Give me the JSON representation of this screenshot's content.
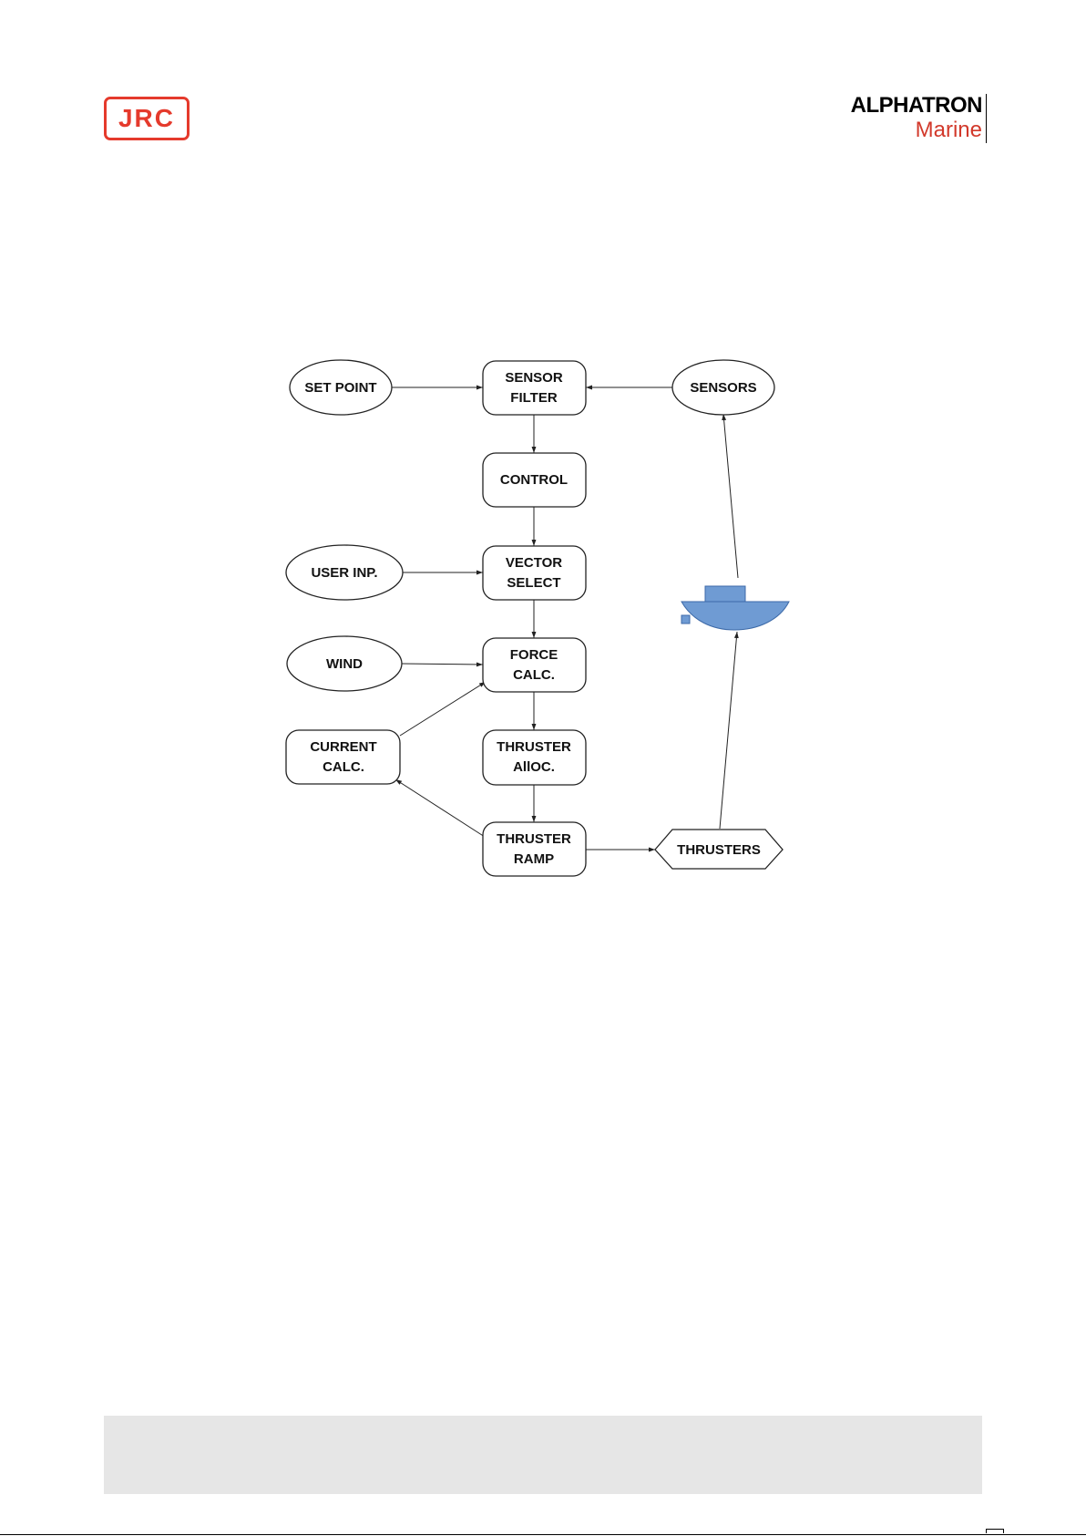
{
  "header": {
    "left_logo": "JRC",
    "right_logo_brand": "ALPHATRON",
    "right_logo_sub": "Marine"
  },
  "diagram": {
    "nodes": {
      "set_point": [
        "SET POINT"
      ],
      "sensor_filter": [
        "SENSOR",
        "FILTER"
      ],
      "sensors": [
        "SENSORS"
      ],
      "control": [
        "CONTROL"
      ],
      "user_inp": [
        "USER INP."
      ],
      "vector_select": [
        "VECTOR",
        "SELECT"
      ],
      "wind": [
        "WIND"
      ],
      "force_calc": [
        "FORCE",
        "CALC."
      ],
      "current_calc": [
        "CURRENT",
        "CALC."
      ],
      "thruster_alloc": [
        "THRUSTER",
        "AllOC."
      ],
      "thruster_ramp": [
        "THRUSTER",
        "RAMP"
      ],
      "thrusters": [
        "THRUSTERS"
      ]
    },
    "vessel_icon": "ship-icon",
    "vessel_color": "#6f9bd3"
  }
}
